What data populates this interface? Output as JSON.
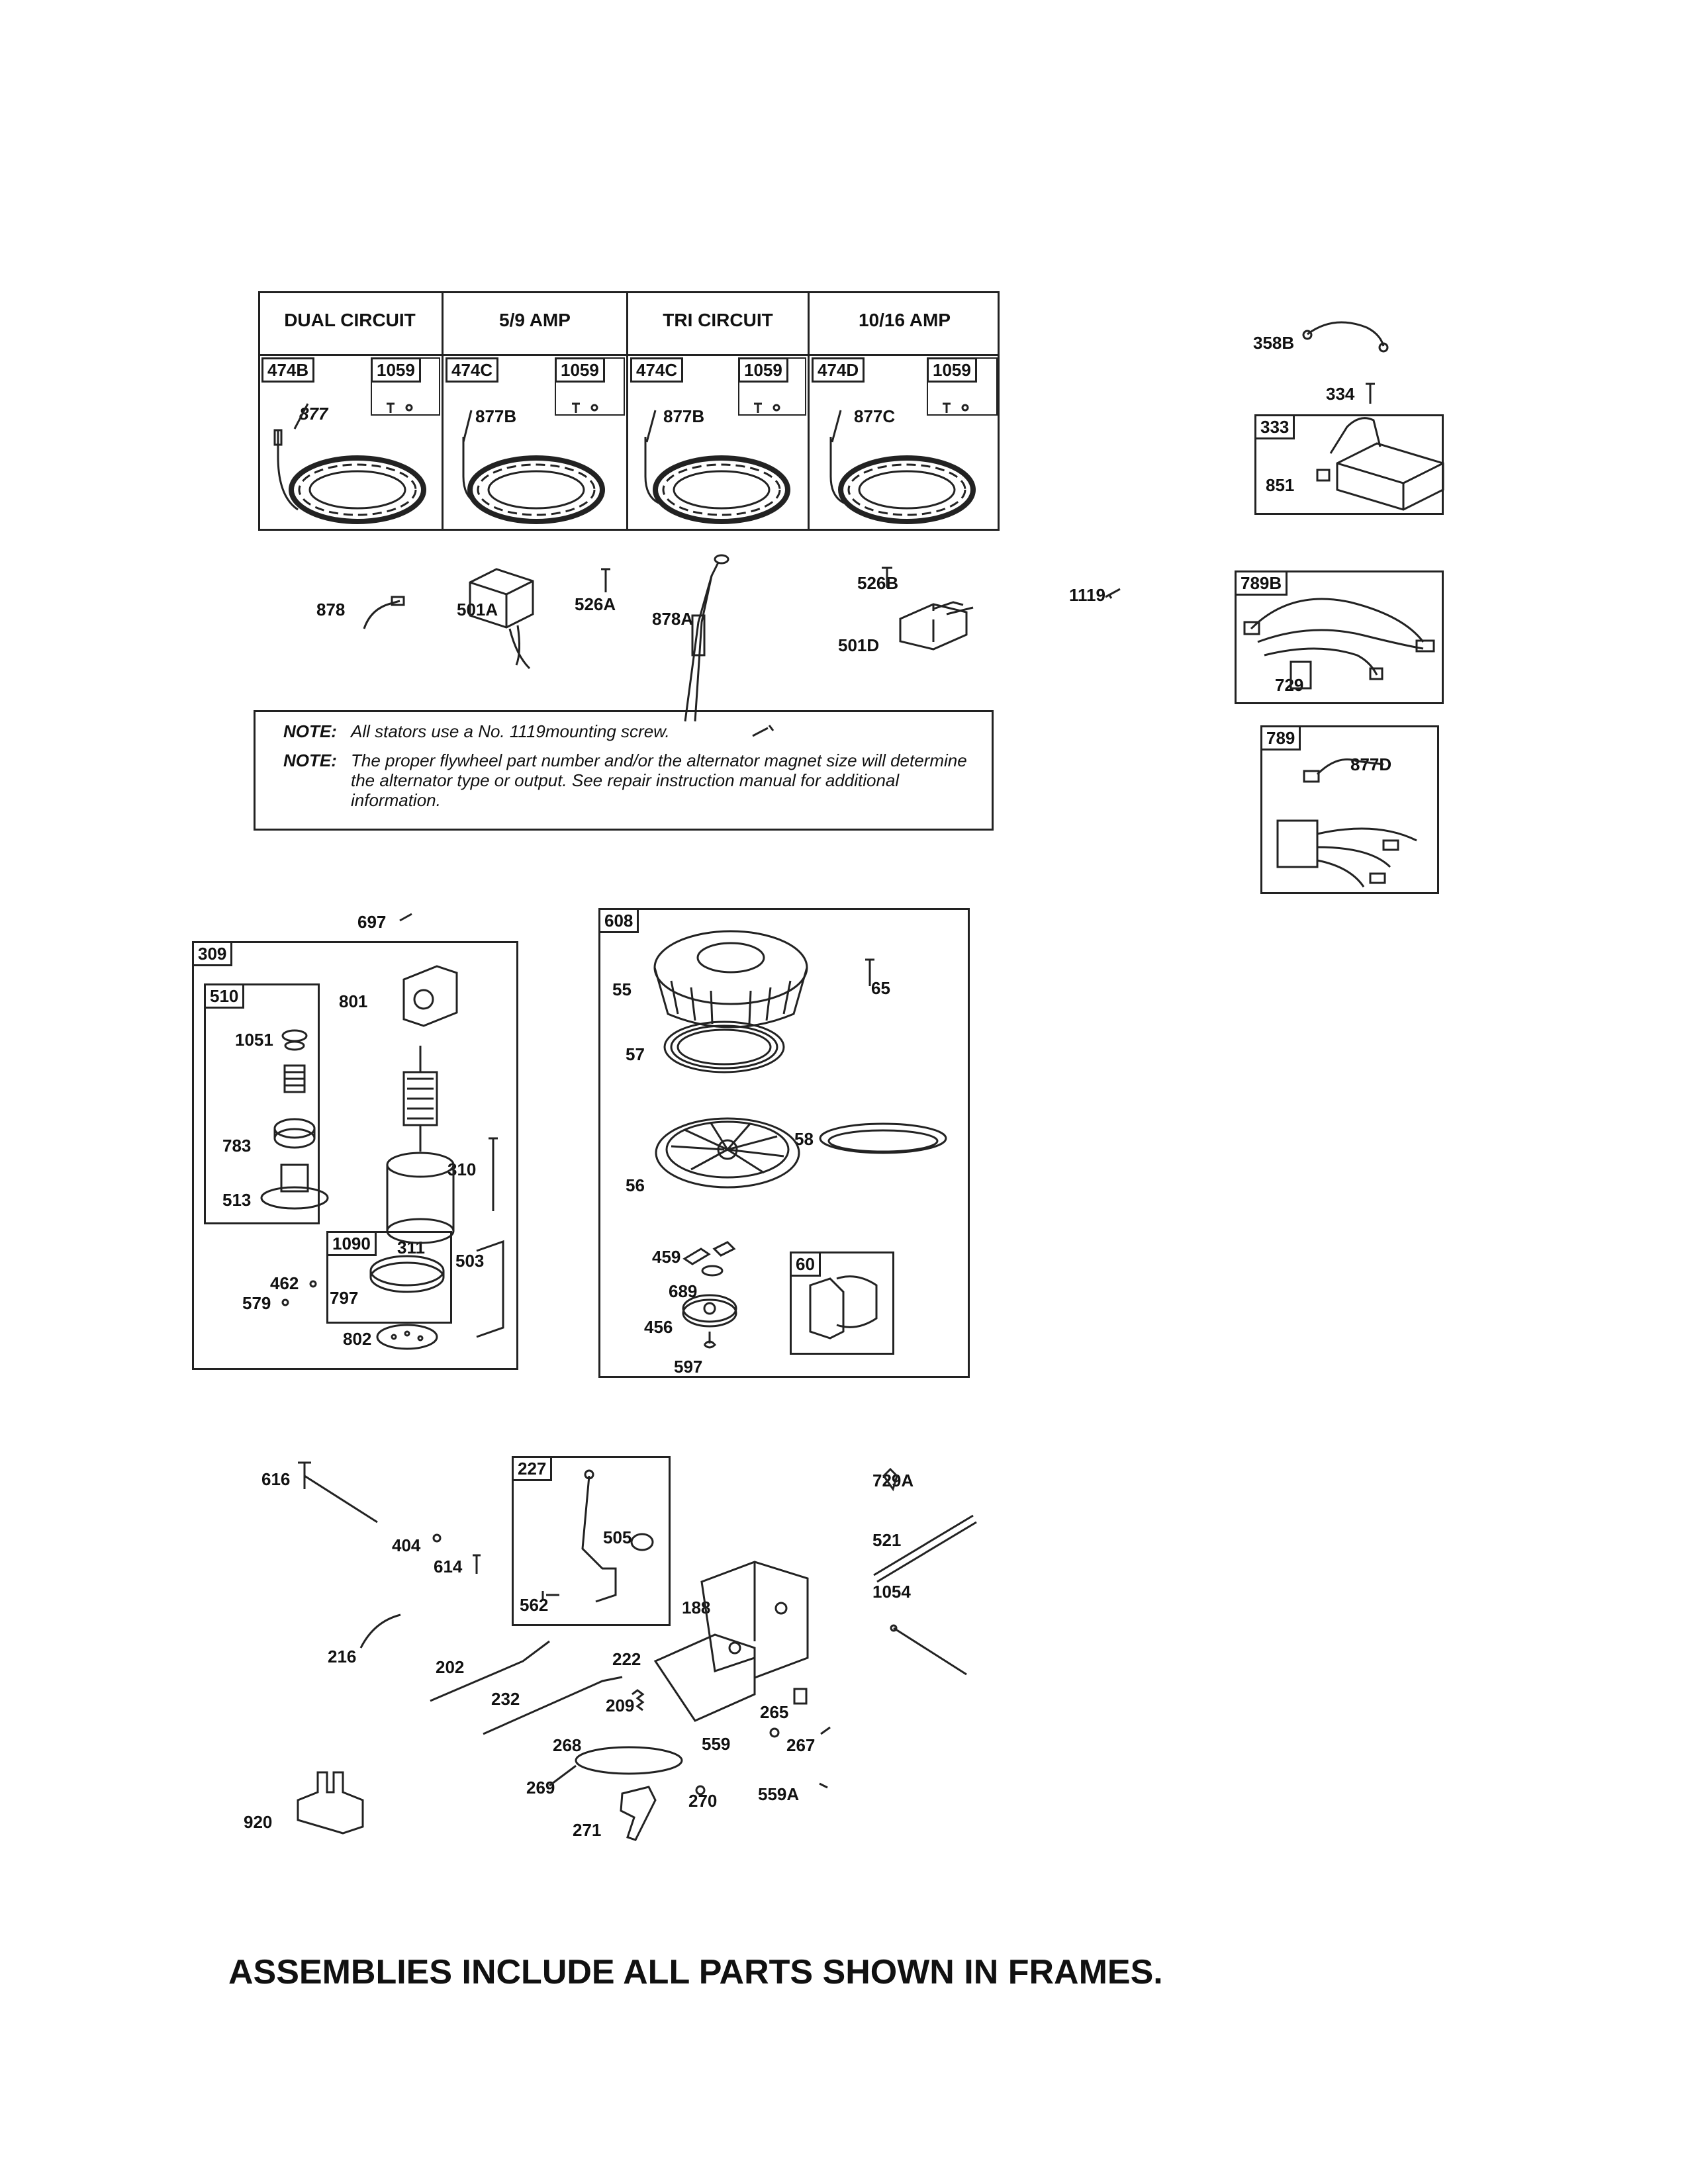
{
  "stator_table": {
    "columns": [
      {
        "header": "DUAL CIRCUIT",
        "assembly": "474B",
        "hardware": "1059",
        "wire": "877"
      },
      {
        "header": "5/9 AMP",
        "assembly": "474C",
        "hardware": "1059",
        "wire": "877B"
      },
      {
        "header": "TRI CIRCUIT",
        "assembly": "474C",
        "hardware": "1059",
        "wire": "877B"
      },
      {
        "header": "10/16 AMP",
        "assembly": "474D",
        "hardware": "1059",
        "wire": "877C"
      }
    ]
  },
  "loose_parts_row": {
    "p878": "878",
    "p501A": "501A",
    "p526A": "526A",
    "p878A": "878A",
    "p526B": "526B",
    "p501D": "501D",
    "p1119": "1119"
  },
  "notes": {
    "note1_label": "NOTE:",
    "note1_text": "All stators use a No. 1119mounting screw.",
    "note2_label": "NOTE:",
    "note2_text": "The proper flywheel part number and/or the alternator magnet size will determine the alternator type or output. See repair instruction manual for additional information."
  },
  "ignition": {
    "p358B": "358B",
    "p334": "334",
    "frame333": "333",
    "p851": "851"
  },
  "harness": {
    "frame789B": "789B",
    "p729": "729",
    "frame789": "789",
    "p877D": "877D"
  },
  "starter": {
    "p697": "697",
    "frame309": "309",
    "frame510": "510",
    "p1051": "1051",
    "p783": "783",
    "p513": "513",
    "p801": "801",
    "p310": "310",
    "frame1090": "1090",
    "p311": "311",
    "p797": "797",
    "p462": "462",
    "p579": "579",
    "p503": "503",
    "p802": "802"
  },
  "rewind": {
    "frame608": "608",
    "p55": "55",
    "p65": "65",
    "p57": "57",
    "p58": "58",
    "p56": "56",
    "p459": "459",
    "p689": "689",
    "p456": "456",
    "p597": "597",
    "frame60": "60"
  },
  "controls": {
    "p616": "616",
    "p404": "404",
    "p614": "614",
    "frame227": "227",
    "p505": "505",
    "p562": "562",
    "p188": "188",
    "p216": "216",
    "p202": "202",
    "p232": "232",
    "p222": "222",
    "p209": "209",
    "p265": "265",
    "p559": "559",
    "p267": "267",
    "p268": "268",
    "p269": "269",
    "p270": "270",
    "p559A": "559A",
    "p271": "271",
    "p920": "920",
    "p729A": "729A",
    "p521": "521",
    "p1054": "1054"
  },
  "footer": "ASSEMBLIES INCLUDE ALL PARTS SHOWN IN FRAMES."
}
